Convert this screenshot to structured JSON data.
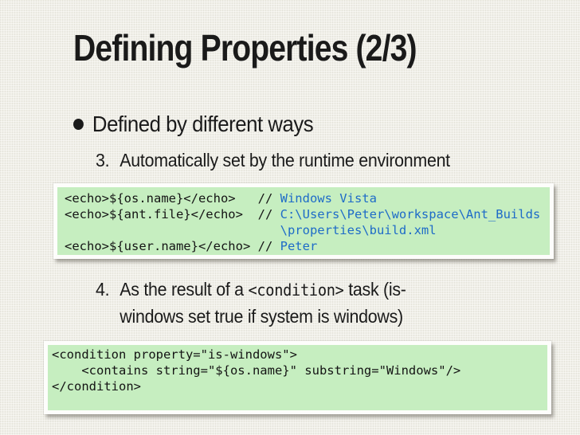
{
  "colors": {
    "background": "#f0efe8",
    "text": "#1a1a1a",
    "code-green": "#c6eec0",
    "code-blue": "#1e6bc8",
    "box-border": "#fdfdfb"
  },
  "slide": {
    "title": "Defining Properties (2/3)",
    "bullet_item": "Defined by different ways",
    "item3": {
      "number": "3.",
      "text": "Automatically set by the runtime environment"
    },
    "item4": {
      "number": "4.",
      "line1_before": "As the result of a ",
      "line1_code": "<condition>",
      "line1_after": " task (is-",
      "line2": "windows set true if system is windows)"
    },
    "code_box1": {
      "lines": [
        {
          "code": "<echo>${os.name}</echo>   // ",
          "comment": "Windows Vista"
        },
        {
          "code": "<echo>${ant.file}</echo>  // ",
          "comment": "C:\\Users\\Peter\\workspace\\Ant_Builds"
        },
        {
          "code": "                             ",
          "comment": "\\properties\\build.xml"
        },
        {
          "code": "<echo>${user.name}</echo> // ",
          "comment": "Peter"
        }
      ]
    },
    "code_box2": {
      "lines": [
        {
          "code": "<condition property=\"is-windows\">",
          "comment": ""
        },
        {
          "code": "    <contains string=\"${os.name}\" substring=\"Windows\"/>",
          "comment": ""
        },
        {
          "code": "</condition>",
          "comment": ""
        }
      ]
    }
  }
}
